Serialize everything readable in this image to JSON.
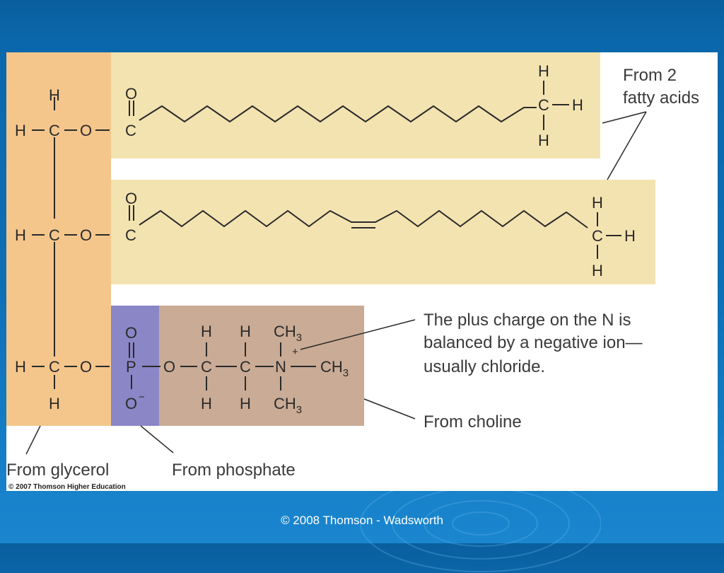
{
  "labels": {
    "fatty_acids_line1": "From 2",
    "fatty_acids_line2": "fatty acids",
    "note_line1": "The plus charge on the N is",
    "note_line2": "balanced by a negative ion—",
    "note_line3": "usually chloride.",
    "choline": "From choline",
    "glycerol": "From glycerol",
    "phosphate": "From phosphate"
  },
  "atoms": {
    "H": "H",
    "C": "C",
    "O": "O",
    "P": "P",
    "N": "N",
    "CH": "CH",
    "three": "3",
    "plus": "+",
    "minus": "−"
  },
  "image_credit": "© 2007 Thomson Higher Education",
  "slide_footer": "© 2008 Thomson - Wadsworth",
  "colors": {
    "glycerol": "#f4c68b",
    "fatty_acid": "#f3e3b0",
    "phosphate": "#8b86c6",
    "choline": "#c9ab96",
    "background": "#0d6fb6"
  }
}
